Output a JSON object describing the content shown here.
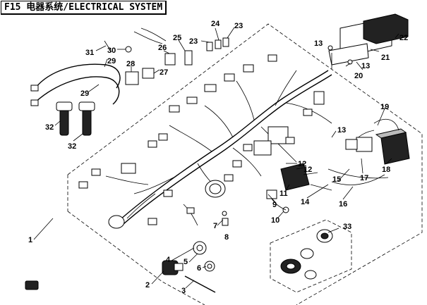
{
  "title": "F15 电器系统/ELECTRICAL SYSTEM",
  "callouts": [
    {
      "id": "1",
      "label": "1"
    },
    {
      "id": "2",
      "label": "2"
    },
    {
      "id": "3",
      "label": "3"
    },
    {
      "id": "4",
      "label": "4"
    },
    {
      "id": "5",
      "label": "5"
    },
    {
      "id": "6",
      "label": "6"
    },
    {
      "id": "7",
      "label": "7"
    },
    {
      "id": "8",
      "label": "8"
    },
    {
      "id": "9",
      "label": "9"
    },
    {
      "id": "10",
      "label": "10"
    },
    {
      "id": "11",
      "label": "11"
    },
    {
      "id": "12a",
      "label": "12"
    },
    {
      "id": "12b",
      "label": "12"
    },
    {
      "id": "13a",
      "label": "13"
    },
    {
      "id": "13b",
      "label": "13"
    },
    {
      "id": "13c",
      "label": "13"
    },
    {
      "id": "14",
      "label": "14"
    },
    {
      "id": "15",
      "label": "15"
    },
    {
      "id": "16",
      "label": "16"
    },
    {
      "id": "17",
      "label": "17"
    },
    {
      "id": "18",
      "label": "18"
    },
    {
      "id": "19",
      "label": "19"
    },
    {
      "id": "20",
      "label": "20"
    },
    {
      "id": "21",
      "label": "21"
    },
    {
      "id": "22",
      "label": "22"
    },
    {
      "id": "23a",
      "label": "23"
    },
    {
      "id": "23b",
      "label": "23"
    },
    {
      "id": "24",
      "label": "24"
    },
    {
      "id": "25",
      "label": "25"
    },
    {
      "id": "26",
      "label": "26"
    },
    {
      "id": "27",
      "label": "27"
    },
    {
      "id": "28",
      "label": "28"
    },
    {
      "id": "29a",
      "label": "29"
    },
    {
      "id": "29b",
      "label": "29"
    },
    {
      "id": "30",
      "label": "30"
    },
    {
      "id": "31",
      "label": "31"
    },
    {
      "id": "32a",
      "label": "32"
    },
    {
      "id": "32b",
      "label": "32"
    },
    {
      "id": "33",
      "label": "33"
    }
  ]
}
